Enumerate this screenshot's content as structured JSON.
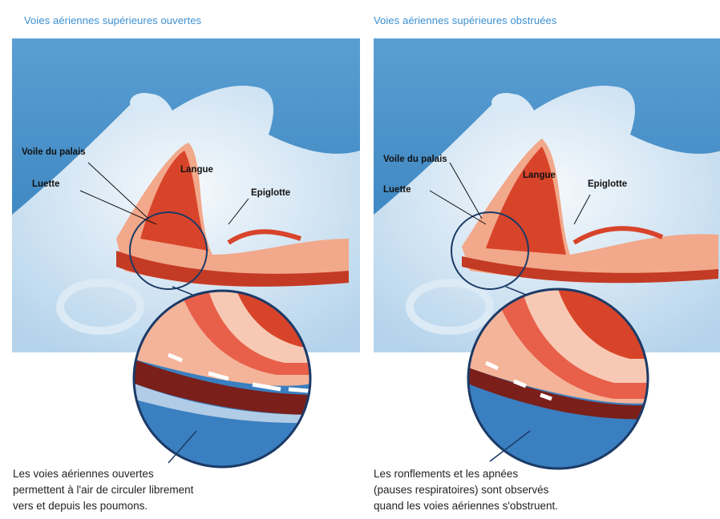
{
  "panels": [
    {
      "title": "Voies aériennes supérieures ouvertes",
      "labels": {
        "soft_palate": "Voile du palais",
        "uvula": "Luette",
        "tongue": "Langue",
        "epiglottis": "Epiglotte"
      },
      "caption": [
        "Les voies aériennes ouvertes",
        "permettent à l'air de circuler librement",
        "vers et depuis les poumons."
      ],
      "airway_state": "open"
    },
    {
      "title": "Voies aériennes supérieures obstruées",
      "labels": {
        "soft_palate": "Voile du palais",
        "uvula": "Luette",
        "tongue": "Langue",
        "epiglottis": "Epiglotte"
      },
      "caption": [
        "Les ronflements et les apnées",
        "(pauses respiratoires) sont observés",
        "quand les voies aériennes s'obstruent."
      ],
      "airway_state": "obstructed"
    }
  ],
  "colors": {
    "title": "#3a8fd0",
    "background_blue": "#2f7fc0",
    "head": "#e6f1f9",
    "tissue_red": "#d8442a",
    "tissue_pink": "#f4b49a"
  }
}
